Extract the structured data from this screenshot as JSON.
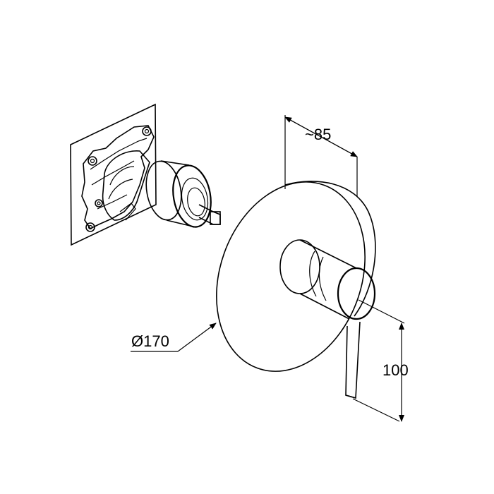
{
  "labels": {
    "depth": "~85",
    "diameter": "Ø170",
    "height": "100"
  },
  "colors": {
    "line": "#000000",
    "background": "#ffffff"
  }
}
